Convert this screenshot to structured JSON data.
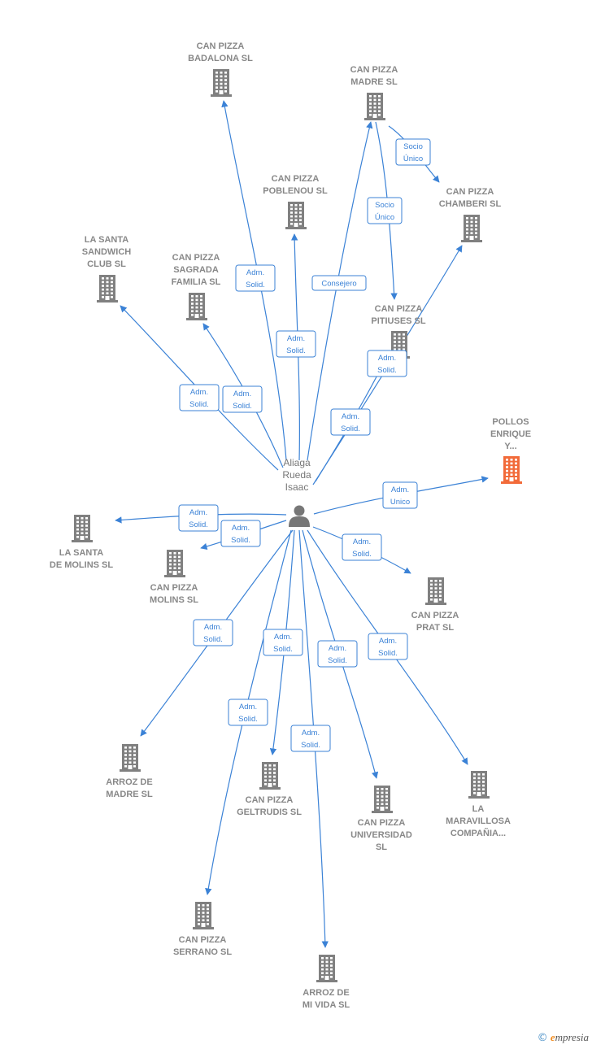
{
  "person": {
    "lines": [
      "Aliaga",
      "Rueda",
      "Isaac"
    ],
    "icon": "person-icon"
  },
  "colors": {
    "edge": "#3b82d6",
    "building": "#808080",
    "highlight": "#f26b3a"
  },
  "nodes": [
    {
      "id": "badalona",
      "lines": [
        "CAN PIZZA",
        "BADALONA  SL"
      ],
      "icon": "building-icon"
    },
    {
      "id": "madre",
      "lines": [
        "CAN PIZZA",
        "MADRE  SL"
      ],
      "icon": "building-icon"
    },
    {
      "id": "chamberi",
      "lines": [
        "CAN PIZZA",
        "CHAMBERI  SL"
      ],
      "icon": "building-icon"
    },
    {
      "id": "poblenou",
      "lines": [
        "CAN PIZZA",
        "POBLENOU  SL"
      ],
      "icon": "building-icon"
    },
    {
      "id": "santa",
      "lines": [
        "LA SANTA",
        "SANDWICH",
        "CLUB  SL"
      ],
      "icon": "building-icon"
    },
    {
      "id": "sagrada",
      "lines": [
        "CAN PIZZA",
        "SAGRADA",
        "FAMILIA  SL"
      ],
      "icon": "building-icon"
    },
    {
      "id": "pitiuses",
      "lines": [
        "CAN PIZZA",
        "PITIUSES  SL"
      ],
      "icon": "building-icon"
    },
    {
      "id": "pollos",
      "lines": [
        "POLLOS",
        "ENRIQUE",
        "Y..."
      ],
      "icon": "building-icon",
      "highlight": true
    },
    {
      "id": "santamolins",
      "lines": [
        "LA SANTA",
        "DE MOLINS  SL"
      ],
      "icon": "building-icon"
    },
    {
      "id": "molins",
      "lines": [
        "CAN PIZZA",
        "MOLINS  SL"
      ],
      "icon": "building-icon"
    },
    {
      "id": "prat",
      "lines": [
        "CAN PIZZA",
        "PRAT  SL"
      ],
      "icon": "building-icon"
    },
    {
      "id": "arrozmadre",
      "lines": [
        "ARROZ DE",
        "MADRE  SL"
      ],
      "icon": "building-icon"
    },
    {
      "id": "geltrudis",
      "lines": [
        "CAN PIZZA",
        "GELTRUDIS  SL"
      ],
      "icon": "building-icon"
    },
    {
      "id": "universidad",
      "lines": [
        "CAN PIZZA",
        "UNIVERSIDAD",
        "SL"
      ],
      "icon": "building-icon"
    },
    {
      "id": "maravillosa",
      "lines": [
        "LA",
        "MARAVILLOSA",
        "COMPAÑIA..."
      ],
      "icon": "building-icon"
    },
    {
      "id": "serrano",
      "lines": [
        "CAN PIZZA",
        "SERRANO  SL"
      ],
      "icon": "building-icon"
    },
    {
      "id": "arrozvida",
      "lines": [
        "ARROZ DE",
        "MI VIDA  SL"
      ],
      "icon": "building-icon"
    }
  ],
  "edges": [
    {
      "from": "person",
      "to": "badalona",
      "lines": [
        "Adm.",
        "Solid."
      ]
    },
    {
      "from": "person",
      "to": "madre",
      "lines": [
        "Consejero"
      ]
    },
    {
      "from": "madre",
      "to": "chamberi",
      "lines": [
        "Socio",
        "Único"
      ]
    },
    {
      "from": "madre",
      "to": "pitiuses",
      "lines": [
        "Socio",
        "Único"
      ]
    },
    {
      "from": "person",
      "to": "poblenou",
      "lines": [
        "Adm.",
        "Solid."
      ]
    },
    {
      "from": "person",
      "to": "santa",
      "lines": [
        "Adm.",
        "Solid."
      ]
    },
    {
      "from": "person",
      "to": "sagrada",
      "lines": [
        "Adm.",
        "Solid."
      ]
    },
    {
      "from": "person",
      "to": "chamberi",
      "lines": [
        "Adm.",
        "Solid."
      ]
    },
    {
      "from": "person",
      "to": "pitiuses",
      "lines": [
        "Adm.",
        "Solid."
      ]
    },
    {
      "from": "person",
      "to": "pollos",
      "lines": [
        "Adm.",
        "Unico"
      ]
    },
    {
      "from": "person",
      "to": "santamolins",
      "lines": [
        "Adm.",
        "Solid."
      ]
    },
    {
      "from": "person",
      "to": "molins",
      "lines": [
        "Adm.",
        "Solid."
      ]
    },
    {
      "from": "person",
      "to": "prat",
      "lines": [
        "Adm.",
        "Solid."
      ]
    },
    {
      "from": "person",
      "to": "arrozmadre",
      "lines": [
        "Adm.",
        "Solid."
      ]
    },
    {
      "from": "person",
      "to": "geltrudis",
      "lines": [
        "Adm.",
        "Solid."
      ]
    },
    {
      "from": "person",
      "to": "universidad",
      "lines": [
        "Adm.",
        "Solid."
      ]
    },
    {
      "from": "person",
      "to": "maravillosa",
      "lines": [
        "Adm.",
        "Solid."
      ]
    },
    {
      "from": "person",
      "to": "serrano",
      "lines": [
        "Adm.",
        "Solid."
      ]
    },
    {
      "from": "person",
      "to": "arrozvida",
      "lines": [
        "Adm.",
        "Solid."
      ]
    }
  ],
  "footer": {
    "copyright": "©",
    "brand_initial": "e",
    "brand_rest": "mpresia"
  }
}
